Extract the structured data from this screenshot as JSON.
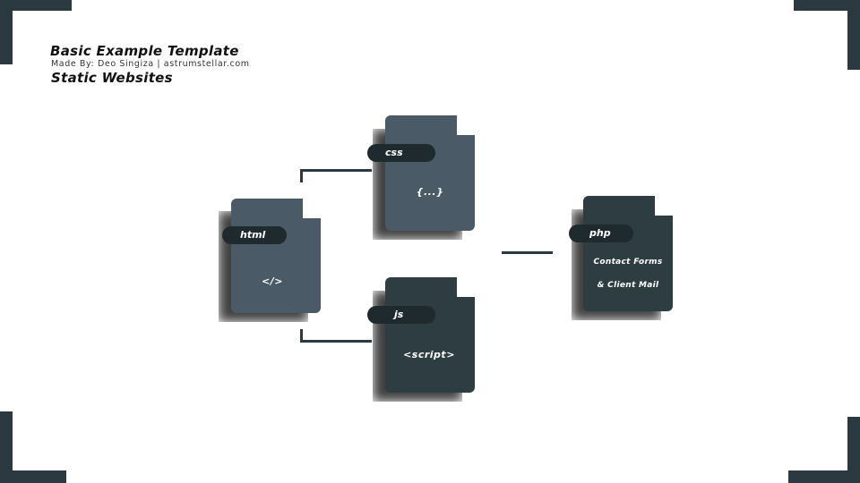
{
  "header": {
    "title": "Basic Example Template",
    "credit": "Made By: Deo Singiza | astrumstellar.com",
    "subtitle": "Static Websites"
  },
  "nodes": {
    "html": {
      "label": "html",
      "code": "</>"
    },
    "css": {
      "label": "css",
      "code": "{...}"
    },
    "js": {
      "label": "js",
      "code": "<script>"
    },
    "php": {
      "label": "php",
      "line1": "Contact Forms",
      "line2": "& Client Mail"
    }
  },
  "colors": {
    "corner": "#2b3a40",
    "file_blue": "#4a5a66",
    "file_dark": "#2e3d42",
    "tag": "#1e2a2e"
  }
}
